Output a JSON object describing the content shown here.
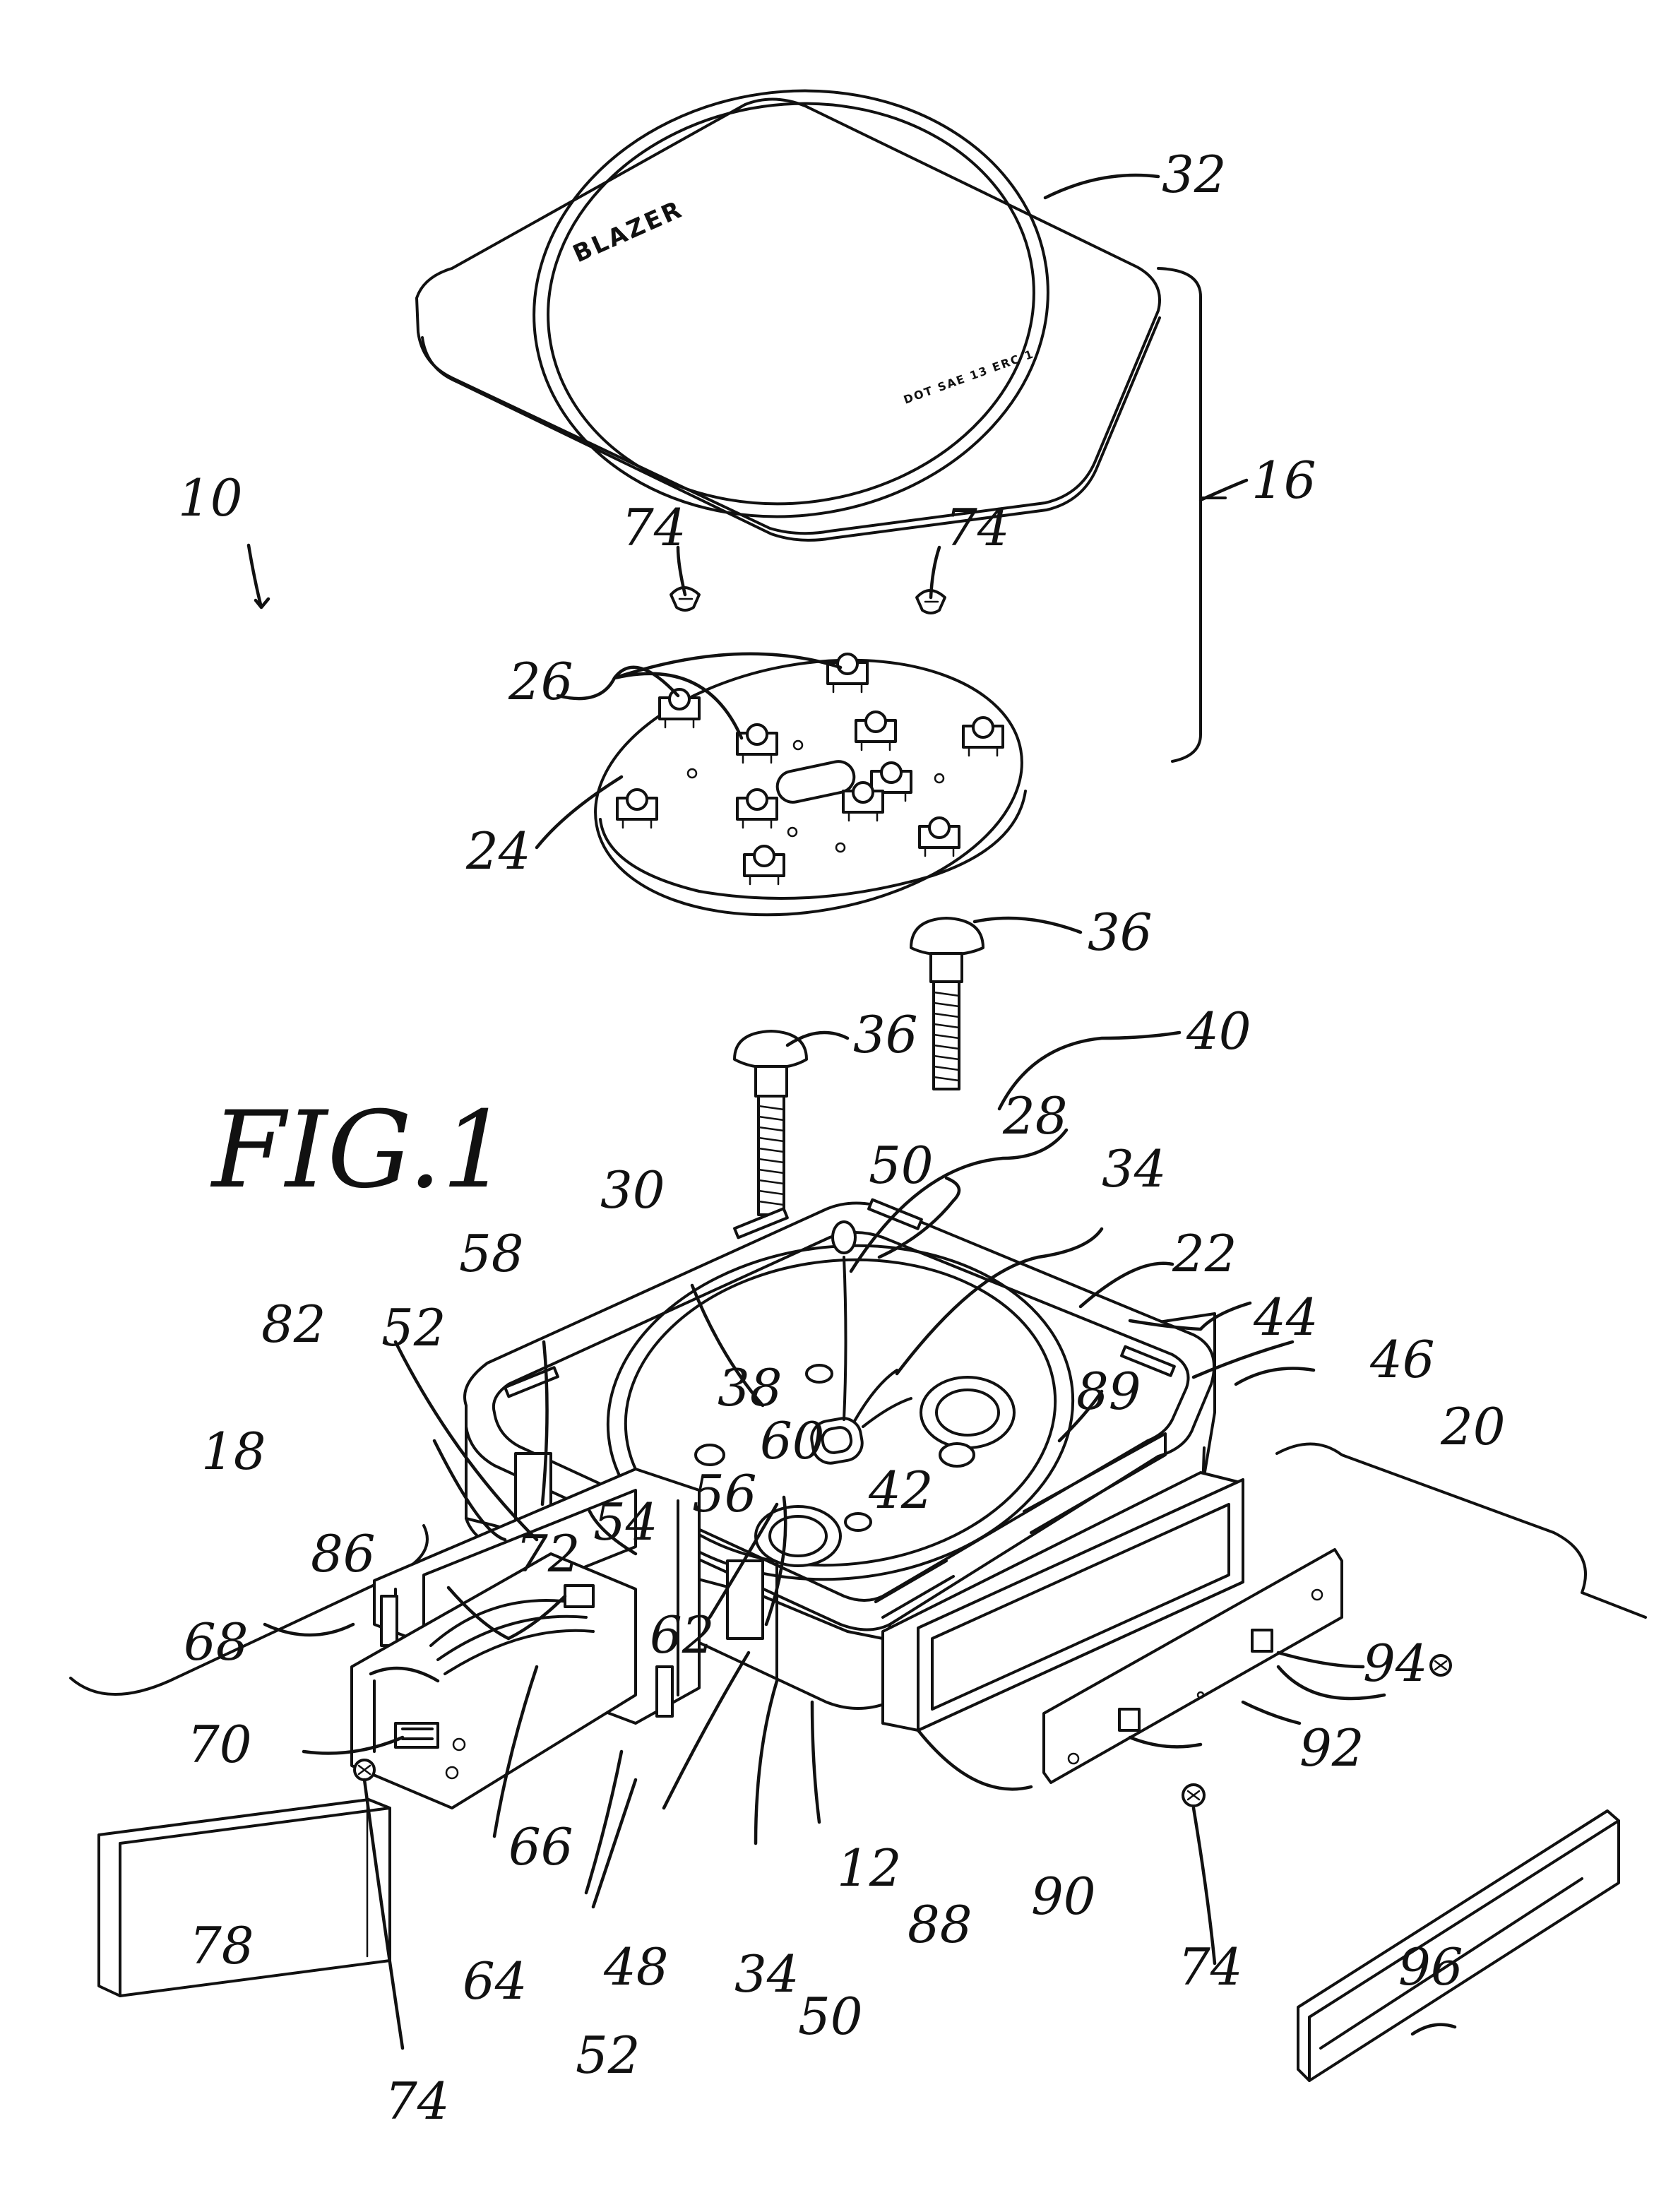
{
  "figure": {
    "title": "FIG.1",
    "brand_text": "BLAZER",
    "lens_small_text": "DOT SAE 13 ERC 1"
  },
  "labels": {
    "l10": "10",
    "l12": "12",
    "l16": "16",
    "l18": "18",
    "l20": "20",
    "l22": "22",
    "l24": "24",
    "l26": "26",
    "l28": "28",
    "l30": "30",
    "l32": "32",
    "l34a": "34",
    "l34b": "34",
    "l36a": "36",
    "l36b": "36",
    "l38": "38",
    "l40": "40",
    "l42": "42",
    "l44": "44",
    "l46": "46",
    "l48": "48",
    "l50a": "50",
    "l50b": "50",
    "l52a": "52",
    "l52b": "52",
    "l54": "54",
    "l56": "56",
    "l58": "58",
    "l60": "60",
    "l62": "62",
    "l64": "64",
    "l66": "66",
    "l68": "68",
    "l70": "70",
    "l72": "72",
    "l74a": "74",
    "l74b": "74",
    "l74c": "74",
    "l74d": "74",
    "l78": "78",
    "l82": "82",
    "l86": "86",
    "l88": "88",
    "l89": "89",
    "l90": "90",
    "l92": "92",
    "l94": "94",
    "l96": "96"
  }
}
